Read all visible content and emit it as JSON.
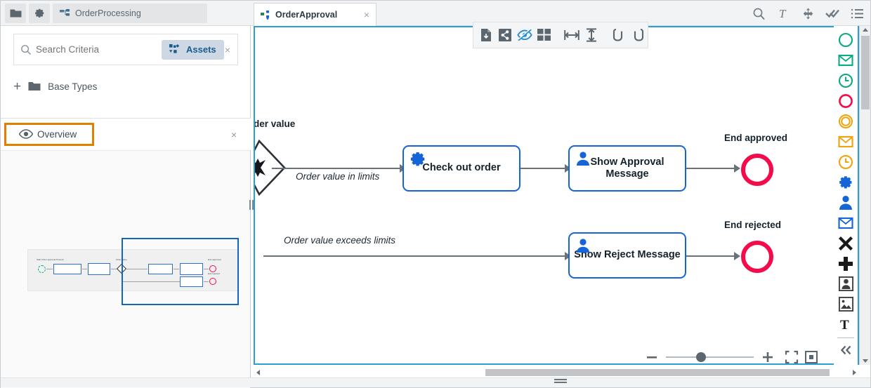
{
  "topbar": {
    "folder_icon": "folder-icon",
    "gear_icon": "gear-icon",
    "project_tab": "OrderProcessing",
    "document_tab": "OrderApproval",
    "tab_close": "×",
    "icons": [
      "search-icon",
      "text-format-icon",
      "move-icon",
      "validate-icon",
      "list-icon"
    ]
  },
  "left_panel": {
    "search": {
      "placeholder": "Search Criteria",
      "value": "",
      "magnifier": "search-icon",
      "clear": "×"
    },
    "assets_button": {
      "label": "Assets",
      "icon": "assets-icon"
    },
    "base_types": {
      "label": "Base Types",
      "plus": "+",
      "folder_icon": "folder-icon"
    },
    "overview": {
      "label": "Overview",
      "eye_icon": "eye-icon",
      "close": "×",
      "highlight_color": "#e08000"
    }
  },
  "canvas": {
    "border_color": "#2a9fd6",
    "float_toolbar": [
      {
        "name": "export-document-icon",
        "active": false
      },
      {
        "name": "share-icon",
        "active": false
      },
      {
        "name": "hide-eye-icon",
        "active": true
      },
      {
        "name": "grid-layout-icon",
        "active": false
      },
      {
        "name": "fit-horizontal-icon",
        "active": false
      },
      {
        "name": "fit-vertical-icon",
        "active": false
      },
      {
        "name": "undo-icon",
        "active": false
      },
      {
        "name": "redo-icon",
        "active": false
      }
    ],
    "clipped_label": "der value",
    "gateway": {
      "type": "exclusive-gateway",
      "marker": "X"
    },
    "sequence_labels": [
      "Order value in limits",
      "Order value exceeds limits"
    ],
    "tasks": [
      {
        "name": "Check out order",
        "icon": "service-task-gear-icon",
        "icon_color": "#1565d8"
      },
      {
        "name": "Show Approval Message",
        "icon": "user-task-person-icon",
        "icon_color": "#1565d8"
      },
      {
        "name": "Show Reject Message",
        "icon": "user-task-person-icon",
        "icon_color": "#1565d8"
      }
    ],
    "end_events": [
      {
        "label": "End approved",
        "color": "#f50a4a"
      },
      {
        "label": "End rejected",
        "color": "#f50a4a"
      }
    ],
    "zoom_controls": {
      "minus": "−",
      "plus": "+",
      "slider_percent": 40,
      "fullscreen_icon": "fullscreen-icon",
      "fit-to-screen_icon": "fit-screen-icon"
    }
  },
  "palette": {
    "items": [
      {
        "name": "start-event-icon",
        "color": "#0aab84"
      },
      {
        "name": "start-message-event-icon",
        "color": "#0aab84"
      },
      {
        "name": "start-timer-event-icon",
        "color": "#0aab84"
      },
      {
        "name": "end-event-icon",
        "color": "#f50a4a"
      },
      {
        "name": "intermediate-event-icon",
        "color": "#f0a30a"
      },
      {
        "name": "intermediate-message-event-icon",
        "color": "#f0a30a"
      },
      {
        "name": "intermediate-timer-event-icon",
        "color": "#f0a30a"
      },
      {
        "name": "service-task-icon",
        "color": "#1565d8"
      },
      {
        "name": "user-task-icon",
        "color": "#1565d8"
      },
      {
        "name": "send-task-icon",
        "color": "#1565d8"
      },
      {
        "name": "exclusive-gateway-icon",
        "color": "#1a1a1a"
      },
      {
        "name": "parallel-gateway-icon",
        "color": "#1a1a1a"
      },
      {
        "name": "pool-icon",
        "color": "#3d3d3d"
      },
      {
        "name": "image-icon",
        "color": "#3d3d3d"
      },
      {
        "name": "text-annotation-icon",
        "color": "#1a1a1a"
      },
      {
        "name": "collapse-palette-icon",
        "color": "#5b666f"
      }
    ]
  },
  "minimap": {
    "labels": [
      "Start Order approval Process",
      "Order value",
      "End approved",
      "End rejected"
    ],
    "viewport_color": "#1565c0"
  }
}
